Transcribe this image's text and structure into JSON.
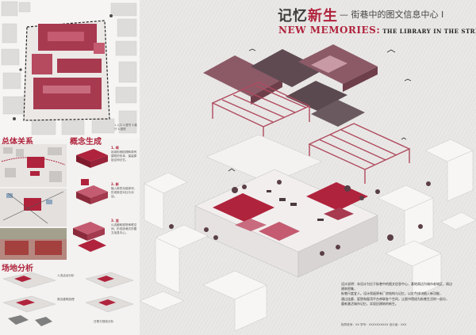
{
  "title": {
    "cn_main_a": "记忆",
    "cn_main_b": "新生",
    "cn_sub": "— 街巷中的图文信息中心 I",
    "en_main_a": "NEW MEMORIES:",
    "en_sub": " THE LIBRARY IN THE STREET"
  },
  "sections": {
    "overall": "总体关系",
    "concept": "概念生成",
    "site": "场地分析"
  },
  "concept_steps": [
    {
      "num": "1. 续",
      "text": "延续街巷肌理和原有建筑的形体，保留原始空间记忆。"
    },
    {
      "num": "2. 新",
      "text": "植入新的功能体块，形成新旧对比与对话。"
    },
    {
      "num": "3. 连",
      "text": "以连廊和庭院串联空间，形成街巷式的图文信息中心。"
    }
  ],
  "site_notes": [
    "人流活动分析",
    "周边建筑肌理",
    "日照与视线分析"
  ],
  "design_note_lines": [
    "设计说明：本设计为位于街巷中的图文信息中心，基地周边为城市老城区，周边建筑密集，",
    "街巷尺度宜人。设计保留原有厂房结构与记忆，以红色体块植入新功能，",
    "通过连廊、庭院和屋顶平台串联各个空间，让图书馆成为街巷生活的一部分，",
    "重新激活城市记忆，实现旧建筑的新生。"
  ],
  "footer": "指导老师：XX  学号：XXXXXXXXXX  设计者：XXX",
  "colors": {
    "accent": "#b0233c",
    "roof": "#8c5a67",
    "roof_light": "#c79aa5",
    "white_building": "#f7f6f5"
  }
}
